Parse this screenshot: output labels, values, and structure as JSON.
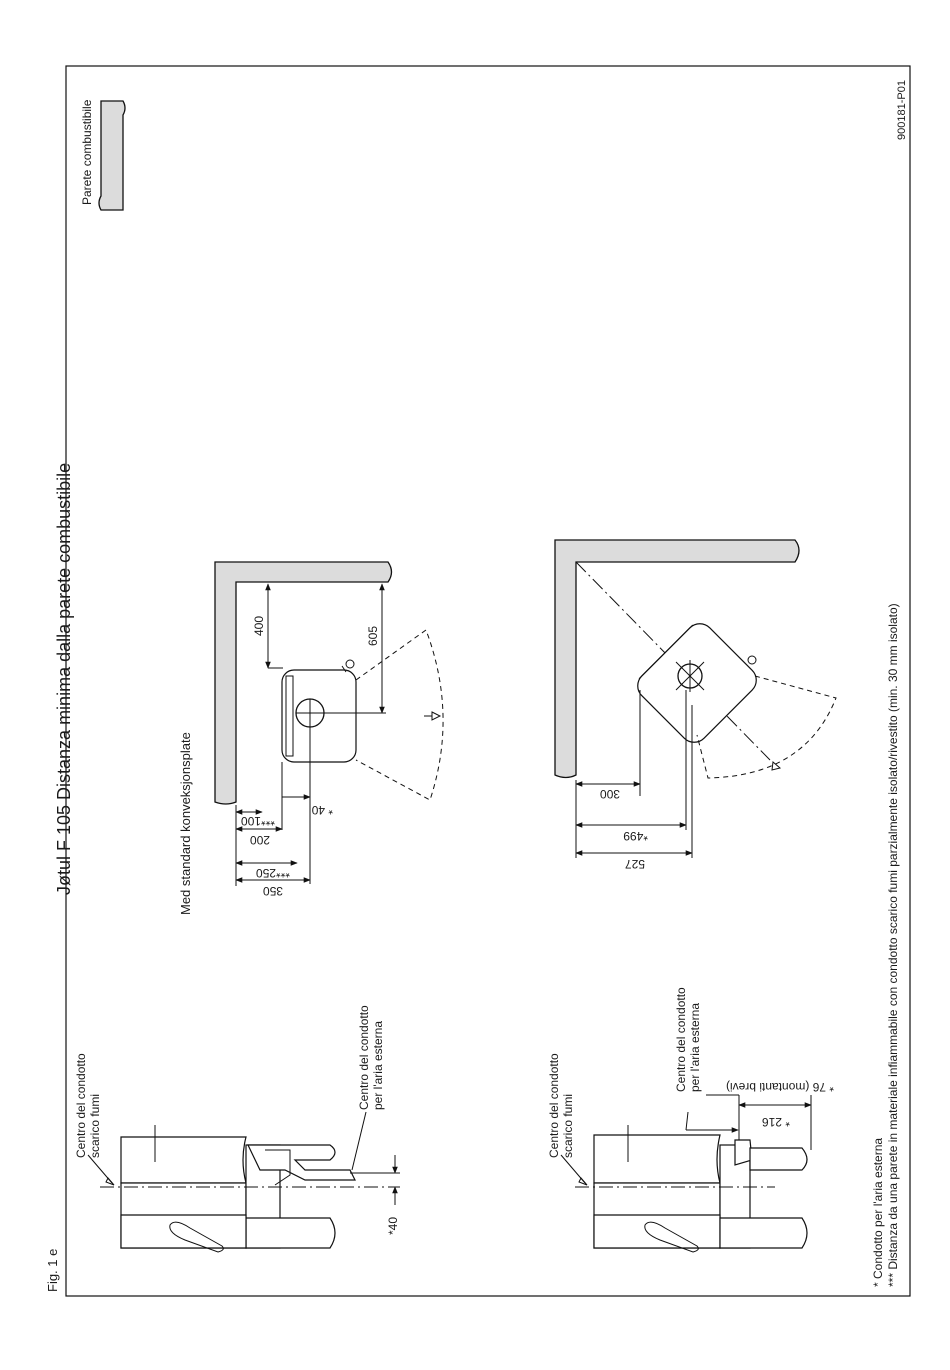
{
  "fig_label": "Fig. 1 e",
  "title": "Jøtul F 105 Distanza minima dalla parete combustibile",
  "legend": {
    "label": "Parete combustibile"
  },
  "doc_code": "900181-P01",
  "top_view": {
    "caption": "Med standard konveksjonsplate",
    "dims": {
      "rear": "400",
      "rear_to_flue": "605",
      "side_200": "200",
      "side_100": "***100",
      "side_40": "* 40",
      "side_250": "***250",
      "side_350": "350"
    }
  },
  "corner_view": {
    "dims": {
      "d300": "300",
      "d499": "*499",
      "d527": "527"
    }
  },
  "side_view_1": {
    "flue_label": [
      "Centro del condotto",
      "scarico fumi"
    ],
    "air_label": [
      "Centro del condotto",
      "per l'aria esterna"
    ],
    "dim_40": "*40"
  },
  "side_view_2": {
    "flue_label": [
      "Centro del condotto",
      "scarico fumi"
    ],
    "air_label": [
      "Centro del condotto",
      "per l'aria esterna"
    ],
    "dim_216": "* 216",
    "dim_76": "* 76 (montanti brevi)"
  },
  "footnotes": [
    "* Condotto per l'aria esterna",
    "*** Distanza da una parete in materiale infiammabile con condotto scarico fumi parzialmente isolato/rivestito (min. 30 mm isolato)"
  ]
}
